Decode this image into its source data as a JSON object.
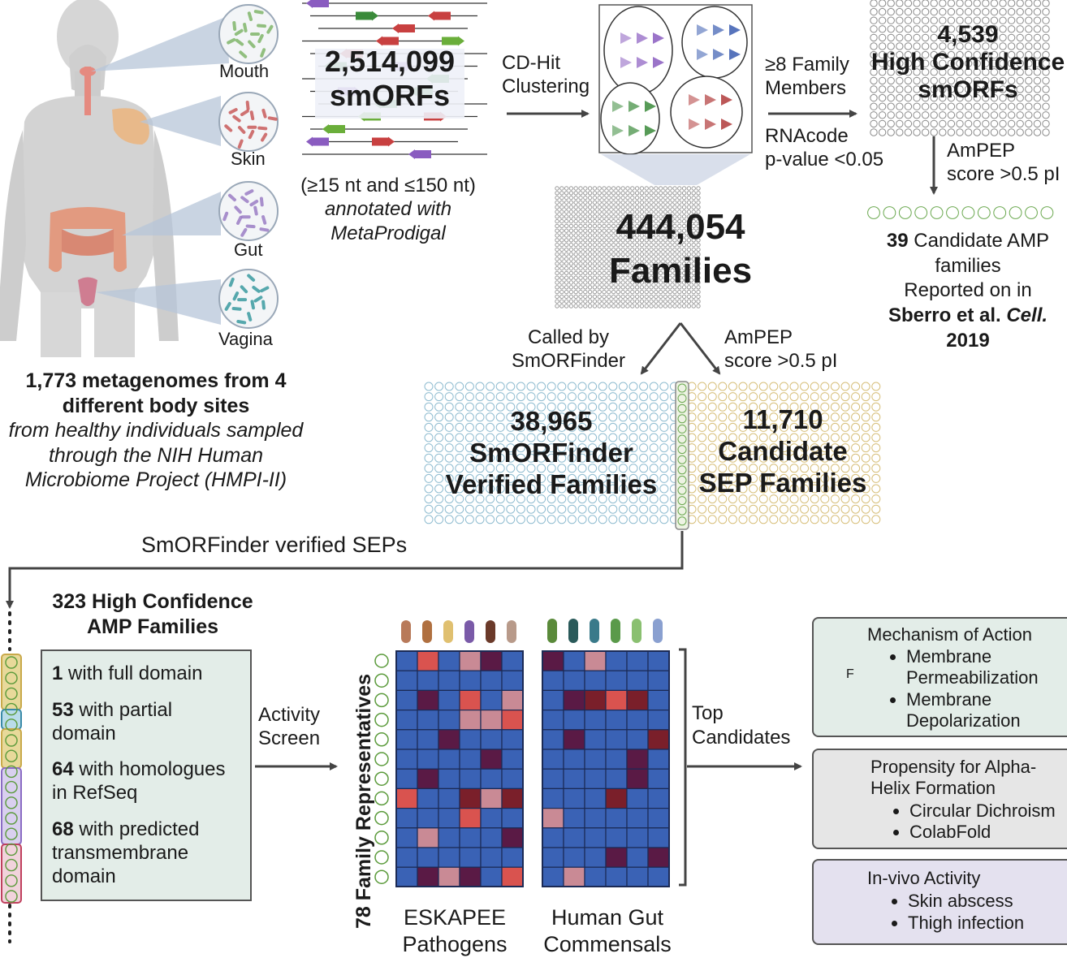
{
  "sites": {
    "mouth": "Mouth",
    "skin": "Skin",
    "gut": "Gut",
    "vagina": "Vagina"
  },
  "metagenomes": {
    "line1": "1,773 metagenomes from 4",
    "line2": "different body sites",
    "line3": "from healthy individuals sampled",
    "line4": "through the NIH Human",
    "line5": "Microbiome Project (HMPI-II)"
  },
  "smorfs": {
    "count": "2,514,099",
    "label": "smORFs",
    "size": "(≥15 nt and ≤150 nt)",
    "annot1": "annotated with",
    "annot2": "MetaProdigal"
  },
  "clustering": {
    "line1": "CD-Hit",
    "line2": "Clustering"
  },
  "families": {
    "count": "444,054",
    "label": "Families"
  },
  "filter_top": {
    "line1": "≥8 Family",
    "line2": "Members",
    "line3": "RNAcode",
    "line4": "p-value <0.05"
  },
  "high_conf": {
    "count": "4,539",
    "line1": "High Confidence",
    "line2": "smORFs"
  },
  "ampep_right": {
    "line1": "AmPEP",
    "line2": "score >0.5 pI"
  },
  "sberro": {
    "count": "39",
    "line1": "Candidate AMP",
    "line2": "families",
    "line3": "Reported on in",
    "line4a": "Sberro et al.",
    "line4b": "Cell.",
    "line5": "2019"
  },
  "called_by": {
    "line1": "Called by",
    "line2": "SmORFinder"
  },
  "ampep_mid": {
    "line1": "AmPEP",
    "line2": "score >0.5 pI"
  },
  "verified": {
    "count": "38,965",
    "line1": "SmORFinder",
    "line2": "Verified Families"
  },
  "sep": {
    "count": "11,710",
    "line1": "Candidate",
    "line2": "SEP Families"
  },
  "verified_seps": "SmORFinder verified SEPs",
  "amp323": {
    "line1": "323 High Confidence",
    "line2": "AMP Families",
    "items": [
      {
        "num": "1",
        "text1": "with full domain",
        "text2": ""
      },
      {
        "num": "53",
        "text1": "with partial",
        "text2": "domain"
      },
      {
        "num": "64",
        "text1": "with homologues",
        "text2": "in RefSeq"
      },
      {
        "num": "68",
        "text1": "with predicted",
        "text2": "transmembrane",
        "text3": "domain"
      }
    ]
  },
  "activity": {
    "line1": "Activity",
    "line2": "Screen"
  },
  "heatmap_axis": "78 Family Representatives",
  "eskapee": {
    "line1": "ESKAPEE",
    "line2": "Pathogens"
  },
  "commensals": {
    "line1": "Human Gut",
    "line2": "Commensals"
  },
  "top": {
    "line1": "Top",
    "line2": "Candidates"
  },
  "moa": {
    "title": "Mechanism of Action",
    "b1a": "Membrane",
    "b1b": "Permeabilization",
    "b2a": "Membrane",
    "b2b": "Depolarization",
    "glyph": "F"
  },
  "helix": {
    "title1": "Propensity for Alpha-",
    "title2": "Helix Formation",
    "b1": "Circular Dichroism",
    "b2": "ColabFold"
  },
  "invivo": {
    "title": "In-vivo Activity",
    "b1": "Skin abscess",
    "b2": "Thigh infection"
  },
  "colors": {
    "heat_blue": "#3a62b5",
    "heat_red": "#d9534f",
    "heat_pink": "#c98a95",
    "heat_dark": "#5a1a45",
    "heat_maroon": "#7a1f2a",
    "teal_dots": "#8fbcd0",
    "tan_dots": "#d7bf7a",
    "green_dots": "#6aa84f",
    "panel_green": "#e3ede8",
    "panel_gray": "#e6e6e6",
    "panel_lav": "#e4e1ef"
  }
}
